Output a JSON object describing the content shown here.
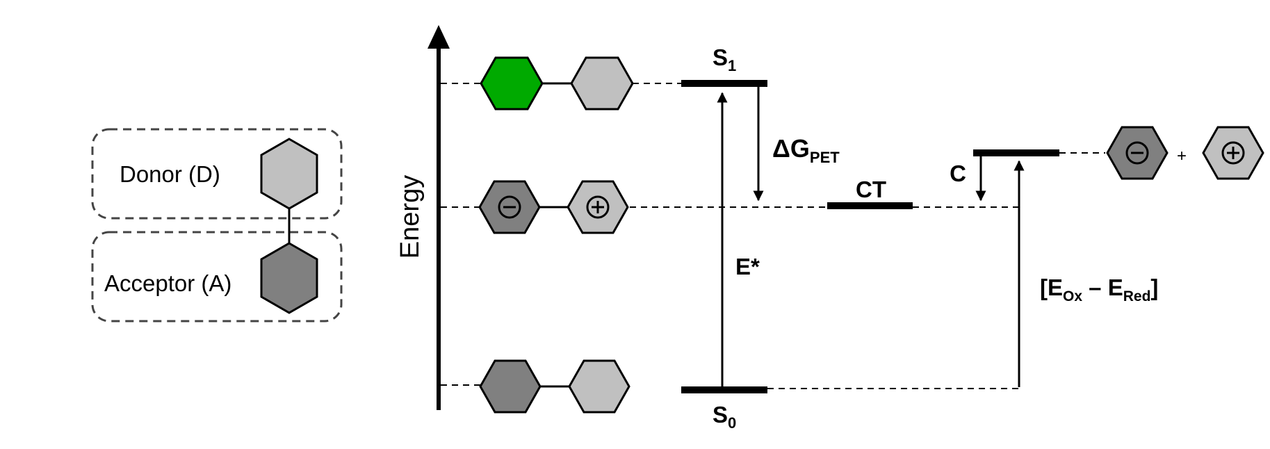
{
  "legend": {
    "donor_label": "Donor (D)",
    "acceptor_label": "Acceptor (A)"
  },
  "axis": {
    "label": "Energy"
  },
  "levels": {
    "s1": {
      "main": "S",
      "sub": "1"
    },
    "s0": {
      "main": "S",
      "sub": "0"
    },
    "ct": "CT",
    "c": "C"
  },
  "transitions": {
    "estar": "E*",
    "dg_main": "ΔG",
    "dg_sub": "PET",
    "redox_open": "[E",
    "redox_ox": "Ox",
    "redox_dash": " – E",
    "redox_red": "Red",
    "redox_close": "]"
  },
  "symbols": {
    "minus": "−",
    "plus": "+",
    "separate_plus": "+"
  },
  "colors": {
    "donor": "#c0c0c0",
    "acceptor": "#808080",
    "excited": "#00aa00",
    "line": "#000000",
    "dash_box": "#444444"
  }
}
